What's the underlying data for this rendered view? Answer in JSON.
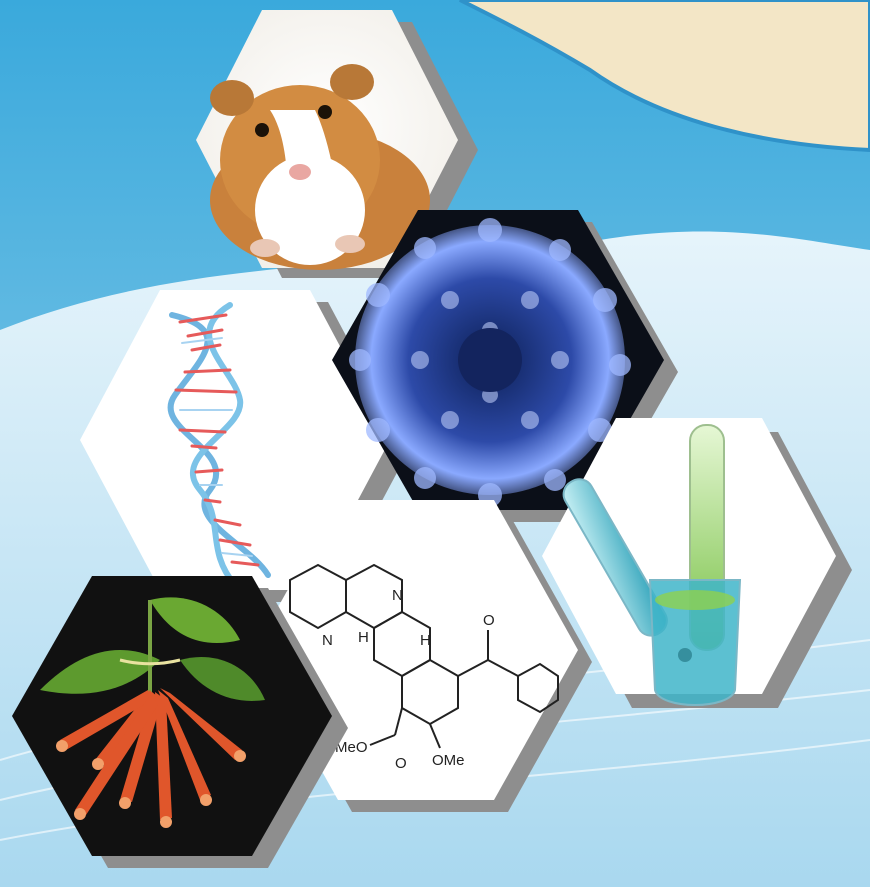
{
  "colors": {
    "sky_top": "#4fb3de",
    "sky_bottom": "#8ccbe8",
    "cream_panel": "#f3e6c6",
    "wave_light": "#d7eef8",
    "hex_face": "#ffffff",
    "hex_shadow": "#8e8e8e",
    "virus_core": "#1a2b6b",
    "virus_glow": "#7fa2ff",
    "leaf_green": "#4f8a2a",
    "flower_orange": "#e0562b",
    "liquid_cyan": "#39b9c9",
    "liquid_green": "#8fd14f"
  },
  "tiles": [
    {
      "name": "guinea-pig-tile",
      "icon": "guinea-pig-icon"
    },
    {
      "name": "virus-tile",
      "icon": "virus-icon"
    },
    {
      "name": "dna-tile",
      "icon": "dna-helix-icon"
    },
    {
      "name": "test-tubes-tile",
      "icon": "test-tube-icon"
    },
    {
      "name": "chemical-structure-tile",
      "icon": "molecule-icon"
    },
    {
      "name": "flower-plant-tile",
      "icon": "flower-icon"
    }
  ],
  "formula": {
    "label_meo": "MeO",
    "label_ome": "OMe",
    "label_o1": "O",
    "label_o2": "O",
    "label_h1": "H",
    "label_h2": "H",
    "label_n1": "N",
    "label_n2": "N"
  }
}
